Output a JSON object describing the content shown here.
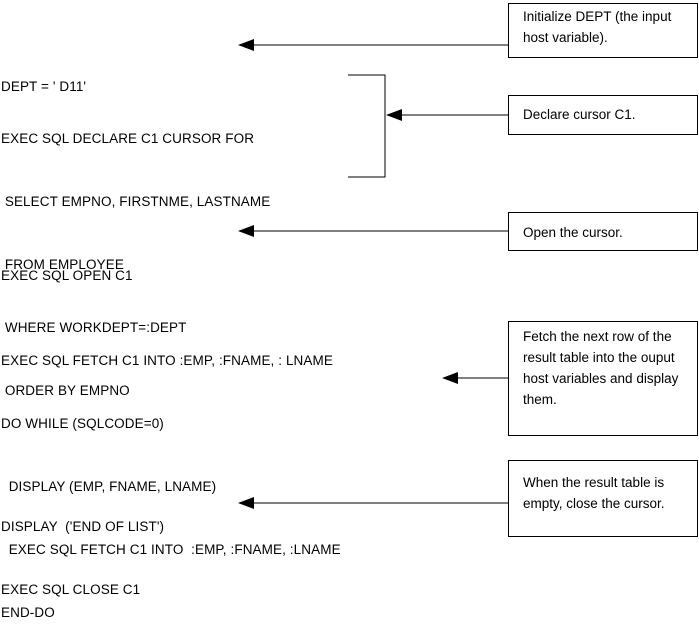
{
  "steps": [
    {
      "code": [
        "DEPT = ' D11'"
      ],
      "note": "Initialize DEPT (the input host variable)."
    },
    {
      "code": [
        "EXEC SQL DECLARE C1 CURSOR FOR",
        " SELECT EMPNO, FIRSTNME, LASTNAME",
        " FROM EMPLOYEE",
        " WHERE WORKDEPT=:DEPT",
        " ORDER BY EMPNO"
      ],
      "note": "Declare cursor C1."
    },
    {
      "code": [
        "EXEC SQL OPEN C1"
      ],
      "note": "Open the cursor."
    },
    {
      "code": [
        "EXEC SQL FETCH C1 INTO :EMP, :FNAME, : LNAME",
        "DO WHILE (SQLCODE=0)",
        "  DISPLAY (EMP, FNAME, LNAME)",
        "  EXEC SQL FETCH C1 INTO  :EMP, :FNAME, :LNAME",
        "END-DO"
      ],
      "note": "Fetch the next row of the result table into the ouput host variables and display them."
    },
    {
      "code": [
        "DISPLAY  ('END OF LIST')",
        "EXEC SQL CLOSE C1"
      ],
      "note": "When the result table is empty, close the cursor."
    }
  ]
}
